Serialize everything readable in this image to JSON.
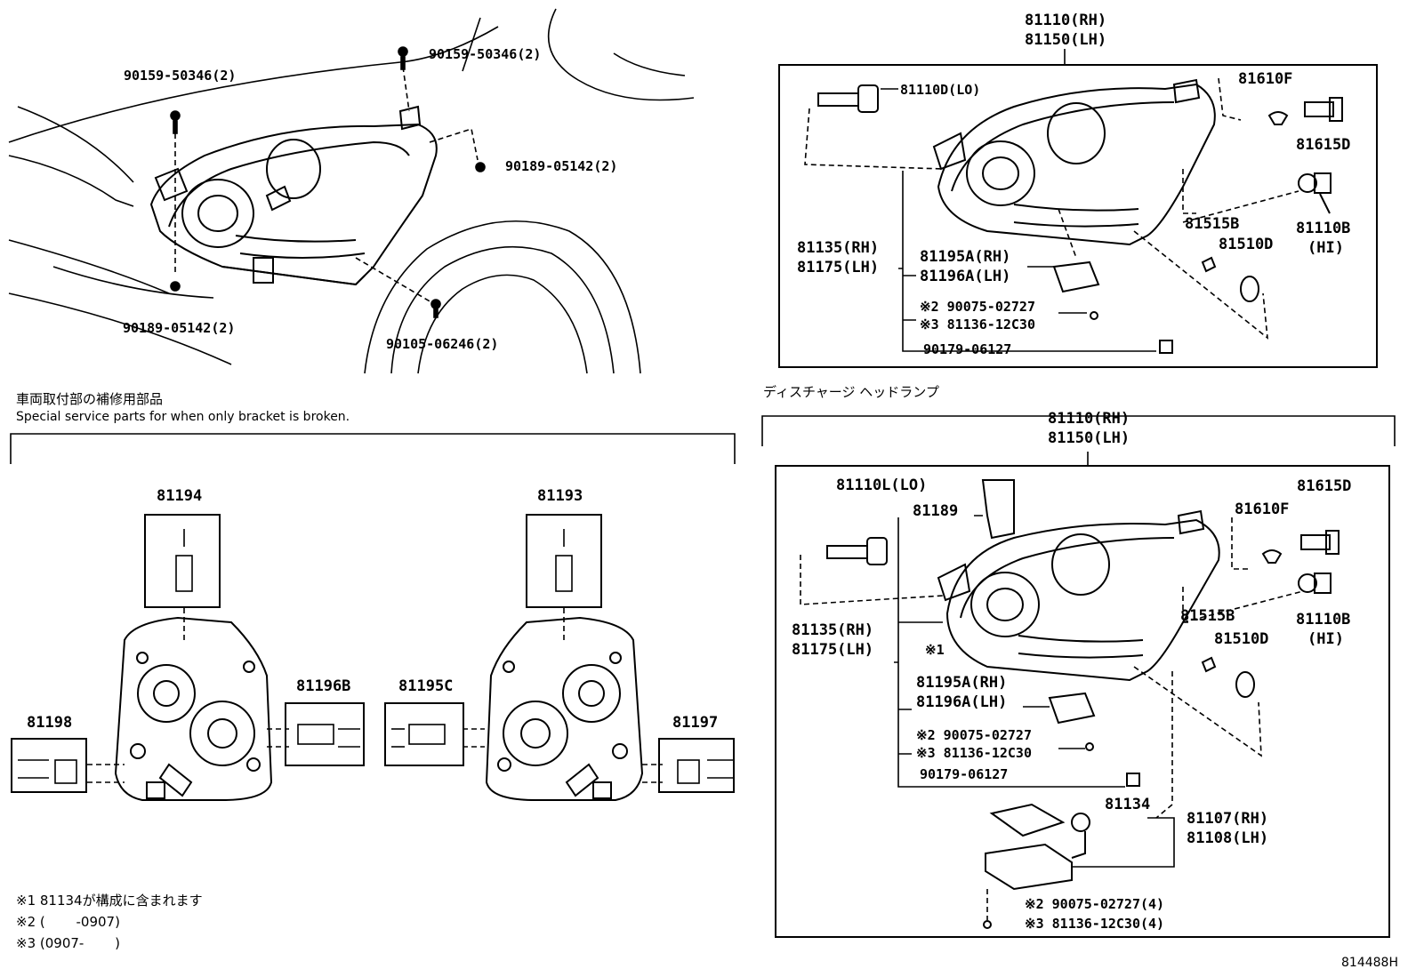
{
  "top_left": {
    "labels": {
      "bolt_top_left": "90159-50346(2)",
      "bolt_top_right": "90159-50346(2)",
      "nut_right": "90189-05142(2)",
      "nut_bottom_left": "90189-05142(2)",
      "screw_bottom": "90105-06246(2)"
    }
  },
  "bracket_section": {
    "title_jp": "車両取付部の補修用部品",
    "title_en": "Special service parts for when only bracket is broken.",
    "parts": {
      "p81194": "81194",
      "p81193": "81193",
      "p81196B": "81196B",
      "p81195C": "81195C",
      "p81198": "81198",
      "p81197": "81197"
    }
  },
  "footnotes": {
    "n1": "※1 81134が構成に含まれます",
    "n2": "※2 (　　 -0907)",
    "n3": "※3 (0907-　　 )"
  },
  "halogen": {
    "assy_rh": "81110(RH)",
    "assy_lh": "81150(LH)",
    "p81110D": "81110D(LO)",
    "p81610F": "81610F",
    "p81615D": "81615D",
    "p81110B": "81110B",
    "p81110B_hi": "(HI)",
    "p81515B": "81515B",
    "p81510D": "81510D",
    "p81135": "81135(RH)",
    "p81175": "81175(LH)",
    "p81195A": "81195A(RH)",
    "p81196A": "81196A(LH)",
    "n2_part": "※2 90075-02727",
    "n3_part": "※3 81136-12C30",
    "p90179": "90179-06127"
  },
  "discharge": {
    "title": "ディスチャージ ヘッドランプ",
    "assy_rh": "81110(RH)",
    "assy_lh": "81150(LH)",
    "p81110L": "81110L(LO)",
    "p81189": "81189",
    "p81615D": "81615D",
    "p81610F": "81610F",
    "p81515B": "81515B",
    "p81110B": "81110B",
    "p81110B_hi": "(HI)",
    "p81510D": "81510D",
    "p81135": "81135(RH)",
    "p81175": "81175(LH)",
    "note1": "※1",
    "p81195A": "81195A(RH)",
    "p81196A": "81196A(LH)",
    "n2_part": "※2 90075-02727",
    "n3_part": "※3 81136-12C30",
    "p90179": "90179-06127",
    "p81134": "81134",
    "p81107": "81107(RH)",
    "p81108": "81108(LH)",
    "n2_part4": "※2 90075-02727(4)",
    "n3_part4": "※3 81136-12C30(4)"
  },
  "diagram_id": "814488H"
}
